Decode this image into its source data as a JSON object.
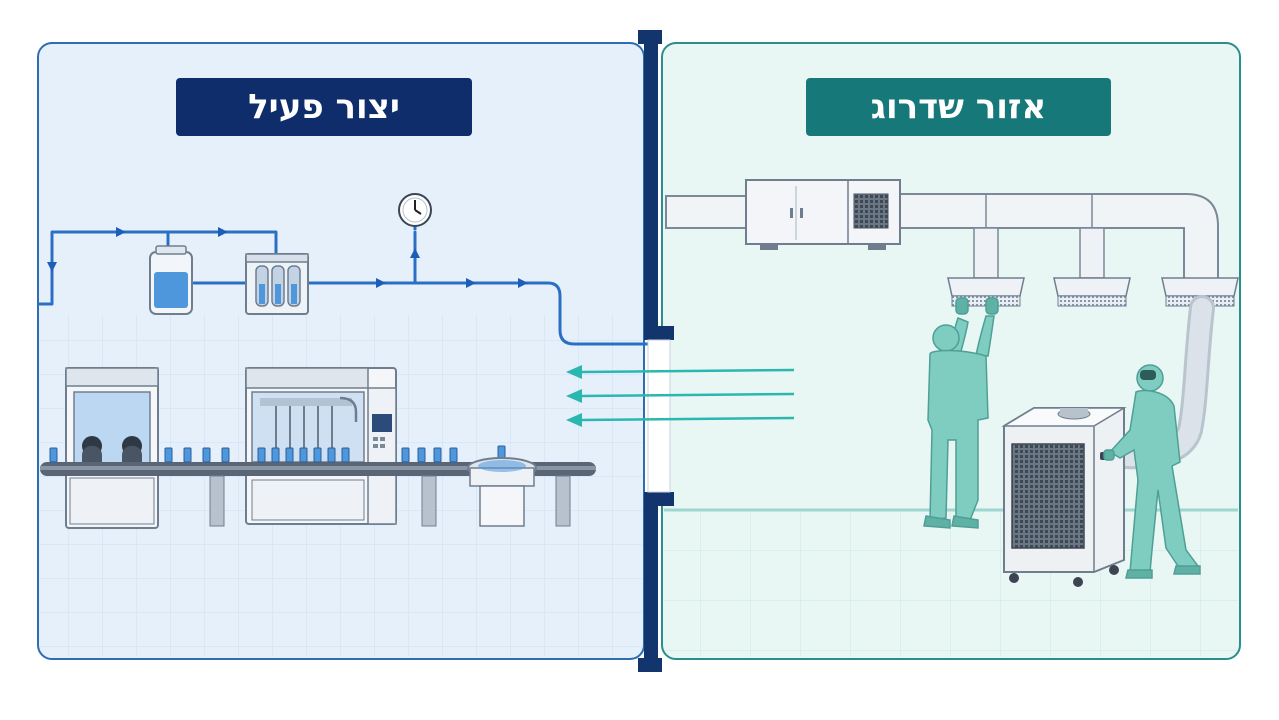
{
  "left_panel": {
    "title": "יצור פעיל",
    "title_bg": "#0f2d6b",
    "panel_bg": "#e6f0fb",
    "border_color": "#2f6db3"
  },
  "right_panel": {
    "title": "אזור שדרוג",
    "title_bg": "#17787a",
    "panel_bg": "#e8f6f4",
    "border_color": "#2a8f8c"
  },
  "divider": {
    "color": "#13356e"
  },
  "airflow_arrows": {
    "color": "#29b7b0",
    "count": 3
  },
  "icons": [
    "pressure-gauge-icon",
    "water-tank-icon",
    "filter-housing-icon",
    "isolator-glovebox-icon",
    "filling-machine-icon",
    "conveyor-belt-icon",
    "vial-icon",
    "rotary-table-icon",
    "air-handling-unit-icon",
    "ventilation-duct-icon",
    "hepa-diffuser-icon",
    "technician-cleanroom-suit-icon",
    "portable-air-unit-icon",
    "flexible-duct-icon"
  ]
}
